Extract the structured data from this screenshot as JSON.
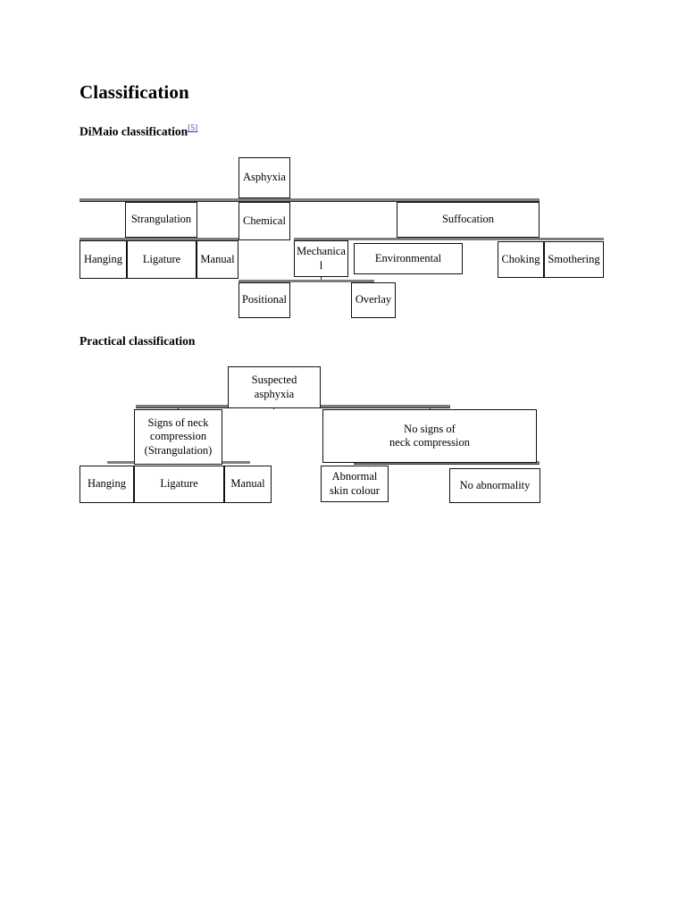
{
  "document": {
    "title": "Classification",
    "section1_heading": "DiMaio classification",
    "section1_ref": "[5]",
    "section2_heading": "Practical classification"
  },
  "diagram1": {
    "name": "DiMaio classification flowchart",
    "nodes": {
      "asphyxia": "Asphyxia",
      "strangulation": "Strangulation",
      "chemical": "Chemical",
      "suffocation": "Suffocation",
      "hanging": "Hanging",
      "ligature": "Ligature",
      "manual": "Manual",
      "mechanical": "Mechanical",
      "environmental": "Environmental",
      "choking": "Choking",
      "smothering": "Smothering",
      "positional": "Positional",
      "overlay": "Overlay"
    },
    "hierarchy": {
      "root": "Asphyxia",
      "level2": [
        "Strangulation",
        "Chemical",
        "Suffocation"
      ],
      "strangulation_children": [
        "Hanging",
        "Ligature",
        "Manual"
      ],
      "suffocation_children": [
        "Mechanical",
        "Environmental",
        "Choking",
        "Smothering"
      ],
      "mechanical_children": [
        "Positional",
        "Overlay"
      ]
    }
  },
  "diagram2": {
    "name": "Practical classification flowchart",
    "nodes": {
      "suspected_asphyxia": "Suspected\nasphyxia",
      "signs_neck_compression": "Signs of neck\ncompression\n(Strangulation)",
      "no_signs_neck_compression": "No signs of\nneck compression",
      "hanging": "Hanging",
      "ligature": "Ligature",
      "manual": "Manual",
      "abnormal_skin_colour": "Abnormal\nskin colour",
      "no_abnormality": "No abnormality"
    },
    "hierarchy": {
      "root": "Suspected asphyxia",
      "level2": [
        "Signs of neck compression (Strangulation)",
        "No signs of neck compression"
      ],
      "signs_children": [
        "Hanging",
        "Ligature",
        "Manual"
      ],
      "nosigns_children": [
        "Abnormal skin colour",
        "No abnormality"
      ]
    }
  },
  "colors": {
    "text": "#000000",
    "box_border": "#111111",
    "connector": "#2b2b2b",
    "link": "#2a3ea8",
    "background": "#ffffff"
  }
}
